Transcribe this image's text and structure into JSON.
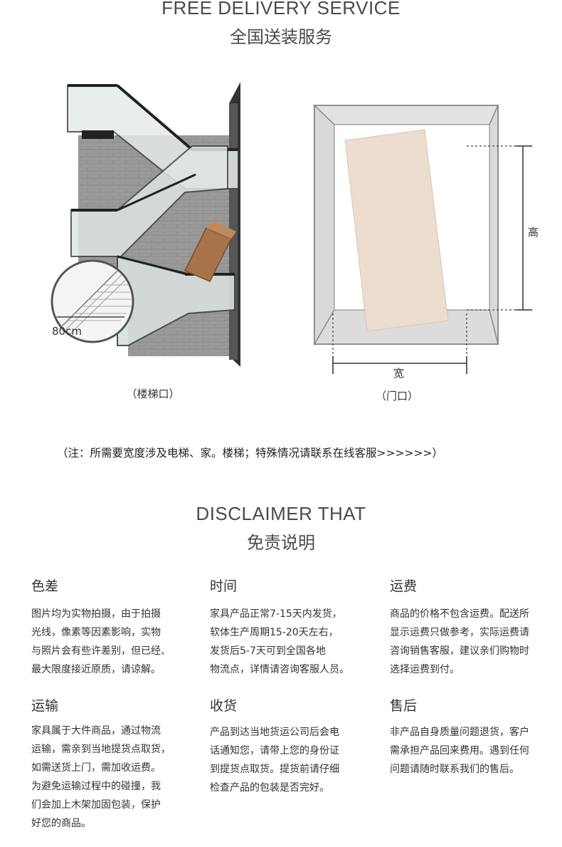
{
  "delivery": {
    "title_en": "FREE DELIVERY SERVICE",
    "title_cn": "全国送装服务",
    "stair_measure": "80cm",
    "stair_caption": "（楼梯口）",
    "door_height_label": "高",
    "door_width_label": "宽",
    "door_caption": "（门口）",
    "note": "（注：所需要宽度涉及电梯、家。楼梯；特殊情况请联系在线客服>>>>>>）"
  },
  "disclaimer": {
    "title_en": "DISCLAIMER THAT",
    "title_cn": "免责说明",
    "items": [
      {
        "heading": "色差",
        "lines": [
          "图片均为实物拍摄，由于拍摄",
          "光线，像素等因素影响，实物",
          "与照片会有些许差别，但已经、",
          "最大限度接近原质，请谅解。"
        ]
      },
      {
        "heading": "时间",
        "lines": [
          "家具产品正常7-15天内发货，",
          "软体生产周期15-20天左右，",
          "发货后5-7天可到全国各地",
          "物流点，详情请咨询客服人员。"
        ]
      },
      {
        "heading": "运费",
        "lines": [
          "商品的价格不包含运费。配送所",
          "显示运费只做参考，实际运费请",
          "咨询销售客服，建议亲们购物时",
          "选择运费到付。"
        ]
      },
      {
        "heading": "运输",
        "lines": [
          "家具属于大件商品，通过物流",
          "运输，需亲到当地提货点取货，",
          "如需送货上门，需加收运费。",
          "为避免运输过程中的碰撞，我",
          "们会加上木架加固包装，保护",
          "好您的商品。"
        ]
      },
      {
        "heading": "收货",
        "lines": [
          "产品到达当地货运公司后会电",
          "话通知您，请带上您的身份证",
          "到提货点取货。提货前请仔细",
          "检查产品的包装是否完好。"
        ]
      },
      {
        "heading": "售后",
        "lines": [
          "非产品自身质量问题退货，客户",
          "需承担产品回来费用。遇到任何",
          "问题请随时联系我们的售后。"
        ]
      }
    ]
  }
}
